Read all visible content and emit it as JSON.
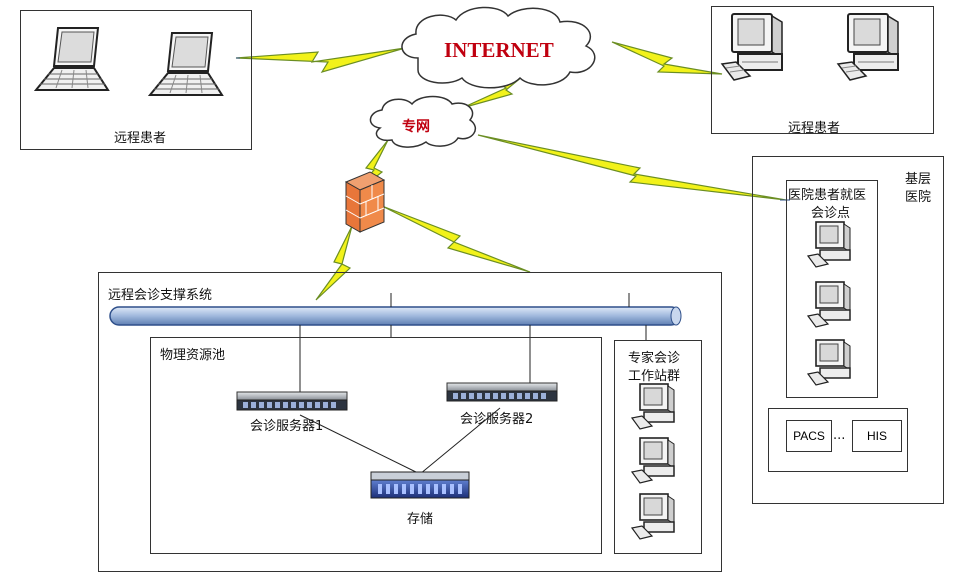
{
  "labels": {
    "remote_patients_left": "远程患者",
    "remote_patients_right": "远程患者",
    "internet": "INTERNET",
    "private_net": "专网",
    "primary_hospital_1": "基层",
    "primary_hospital_2": "医院",
    "clinic_point_1": "医院患者就医",
    "clinic_point_2": "会诊点",
    "support_system": "远程会诊支撑系统",
    "physical_pool": "物理资源池",
    "server1": "会诊服务器1",
    "server2": "会诊服务器2",
    "storage": "存储",
    "expert_1": "专家会诊",
    "expert_2": "工作站群",
    "pacs": "PACS",
    "ellipsis": "...",
    "his": "HIS"
  },
  "colors": {
    "lightning": "#f2f21a",
    "lightning_stroke": "#6b8e23",
    "bus_fill": "#9fb8dc",
    "bus_stroke": "#2e4f8a",
    "internet_text": "#c0000f",
    "firewall": "#e8763a"
  }
}
